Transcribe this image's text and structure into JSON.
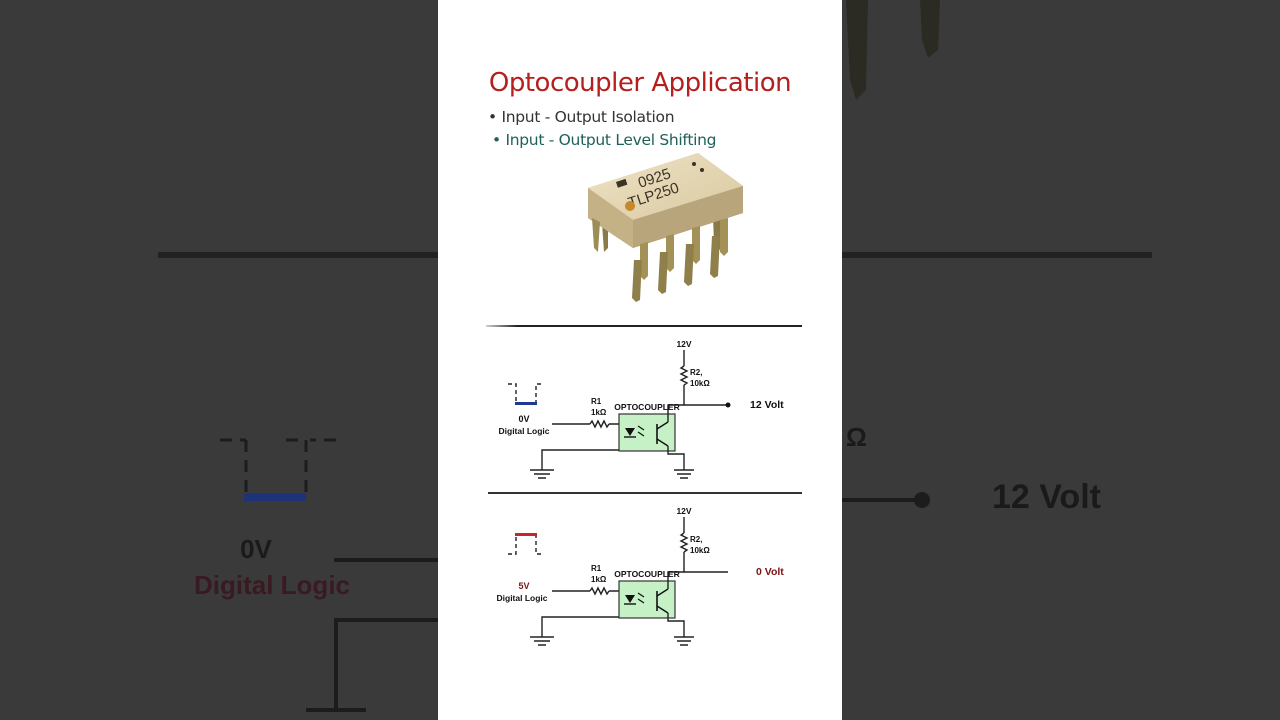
{
  "slide": {
    "title": "Optocoupler Application",
    "bullets": [
      "• Input - Output Isolation",
      "• Input - Output Level Shifting"
    ]
  },
  "chip": {
    "marking_line1": "0925",
    "marking_line2": "TLP250"
  },
  "circuit_top": {
    "supply": "12V",
    "r2_label": "R2,",
    "r2_value": "10kΩ",
    "r1_label": "R1",
    "r1_value": "1kΩ",
    "ic_label": "OPTOCOUPLER",
    "input_voltage": "0V",
    "input_caption": "Digital Logic",
    "output": "12 Volt",
    "pulse_color": "#1f3a93"
  },
  "circuit_bottom": {
    "supply": "12V",
    "r2_label": "R2,",
    "r2_value": "10kΩ",
    "r1_label": "R1",
    "r1_value": "1kΩ",
    "ic_label": "OPTOCOUPLER",
    "input_voltage": "5V",
    "input_caption": "Digital Logic",
    "output": "0 Volt",
    "pulse_color": "#c0282a"
  },
  "background_zoom": {
    "input_voltage": "0V",
    "input_caption": "Digital Logic",
    "output": "12 Volt",
    "r2_fragment": "Ω"
  }
}
